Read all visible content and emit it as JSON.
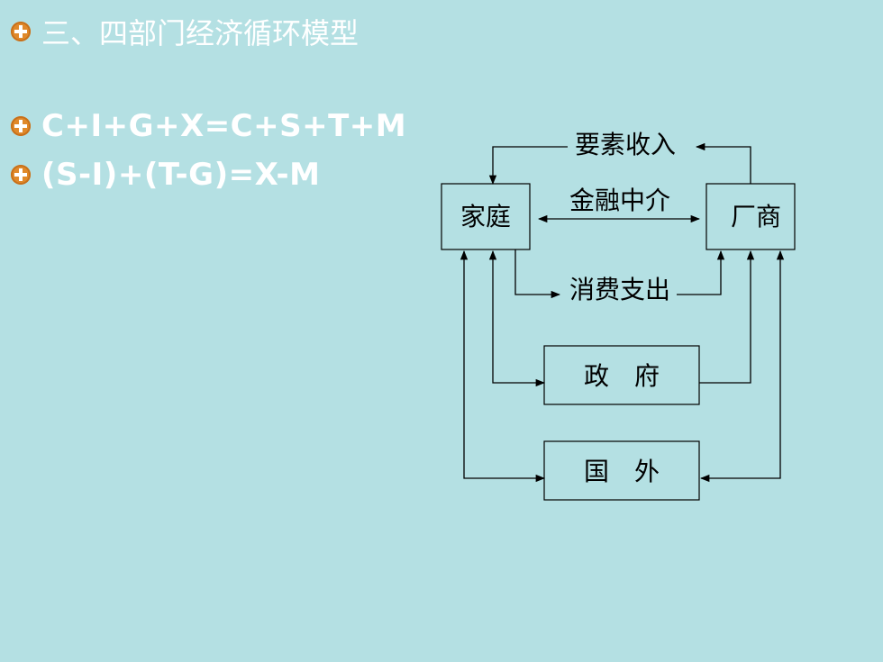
{
  "slide": {
    "title": "三、四部门经济循环模型",
    "formula1": "C+I+G+X=C+S+T+M",
    "formula2": "(S-I)+(T-G)=X-M"
  },
  "diagram": {
    "households": "家庭",
    "firms": "厂商",
    "government": "政　府",
    "foreign": "国　外",
    "factor_income": "要素收入",
    "financial_intermediary": "金融中介",
    "consumption_spending": "消费支出"
  }
}
